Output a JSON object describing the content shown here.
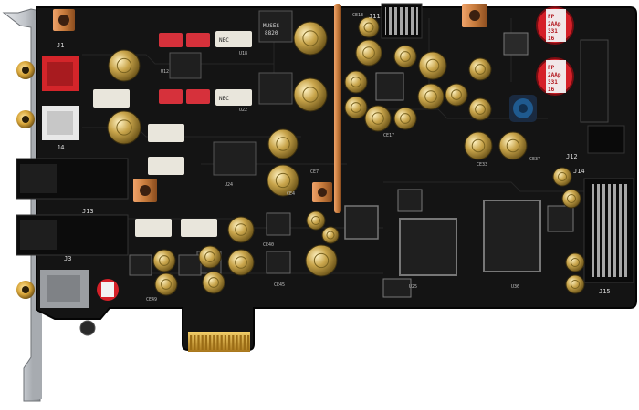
{
  "image": {
    "subject": "PCI Express sound card circuit board",
    "colors": {
      "background": "#ffffff",
      "pcb": "#141414",
      "pcb_edge": "#0b0b0b",
      "bracket": "#c9ccd0",
      "bracket_shadow": "#8d9196",
      "gold": "#d8a63a",
      "copper_pad": "#c77b3c",
      "capacitor_gold": "#c9a54b",
      "capacitor_silver": "#b9bcc0",
      "jack_red": "#d4252a",
      "jack_white": "#e8e8e8",
      "relay_red": "#d6313b",
      "label_white": "#e9e6dc",
      "chip": "#1f1f1f",
      "chip_pin": "#9a9a9a"
    }
  },
  "labels": {
    "j1": "J1",
    "j3": "J3",
    "j4": "J4",
    "j11": "J11",
    "j12": "J12",
    "j13": "J13",
    "j14": "J14",
    "j15": "J15",
    "cap_top_right_1_l1": "FP",
    "cap_top_right_1_l2": "2AAp",
    "cap_top_right_1_l3": "331",
    "cap_top_right_1_l4": "16",
    "cap_top_right_2_l1": "FP",
    "cap_top_right_2_l2": "2AAp",
    "cap_top_right_2_l3": "331",
    "cap_top_right_2_l4": "16",
    "opamp_1": "MUSES",
    "opamp_1b": "8820",
    "nec_1": "NEC",
    "nec_2": "NEC",
    "ce_labels": [
      "CE4",
      "CE7",
      "CE13",
      "CE17",
      "CE33",
      "CE37",
      "CE40",
      "CE45",
      "CE49"
    ],
    "u_labels": [
      "U12",
      "U18",
      "U22",
      "U24",
      "U25",
      "U36"
    ]
  }
}
